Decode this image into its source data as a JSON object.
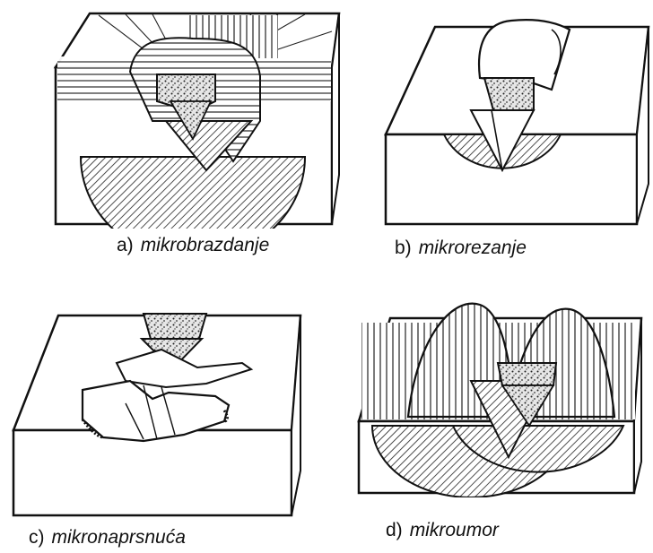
{
  "panels": [
    {
      "letter": "a)",
      "term": "mikrobrazdanje"
    },
    {
      "letter": "b)",
      "term": "mikrorezanje"
    },
    {
      "letter": "c)",
      "term": "mikronaprsnuća"
    },
    {
      "letter": "d)",
      "term": "mikroumor"
    }
  ]
}
